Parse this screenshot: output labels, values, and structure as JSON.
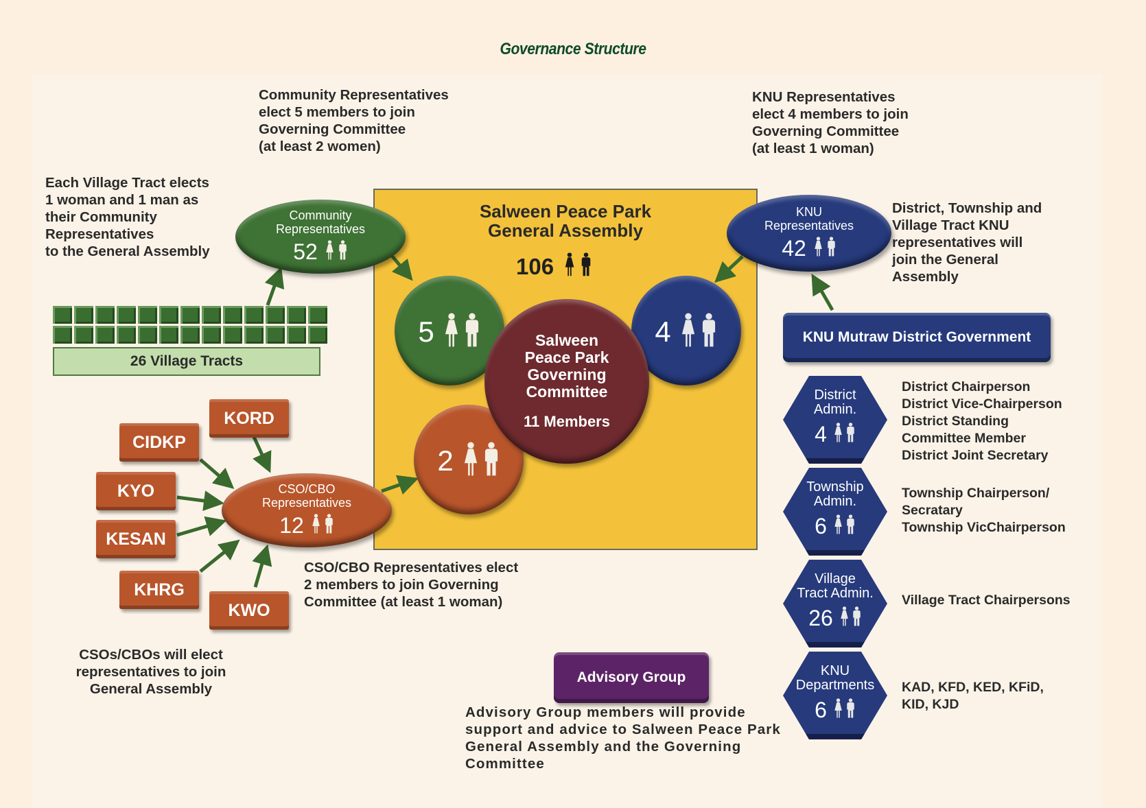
{
  "title": "Governance Structure",
  "colors": {
    "community": "#3f7235",
    "knu": "#263a7c",
    "cso": "#b8552b",
    "committee": "#6e2a2f",
    "assembly": "#f4c23a",
    "advisory": "#5c2466",
    "tracts_bar": "#c4ddad",
    "title": "#0d4a2a"
  },
  "annotations": {
    "community_elect": "Community Representatives\nelect 5 members to join\nGoverning Committee\n(at least 2 women)",
    "village_tract_elects": "Each Village Tract elects\n1 woman and 1 man as\ntheir Community\nRepresentatives\nto the General Assembly",
    "knu_elect": "KNU Representatives\nelect 4 members to join\nGoverning Committee\n(at least 1 woman)",
    "knu_join": "District, Township and\nVillage Tract KNU\nrepresentatives will\njoin the General\nAssembly",
    "cso_elect": "CSO/CBO Representatives elect\n2 members to join Governing\nCommittee (at least 1 woman)",
    "cso_will_elect": "CSOs/CBOs will elect\nrepresentatives to join\nGeneral Assembly",
    "advisory_desc": "Advisory Group members will provide\nsupport and advice to Salween Peace Park\nGeneral Assembly and the Governing\nCommittee"
  },
  "general_assembly": {
    "title": "Salween Peace Park\nGeneral Assembly",
    "count": "106",
    "icon": "woman-man-icon"
  },
  "community_reps": {
    "label": "Community\nRepresentatives",
    "count": "52"
  },
  "knu_reps": {
    "label": "KNU\nRepresentatives",
    "count": "42"
  },
  "cso_reps": {
    "label": "CSO/CBO\nRepresentatives",
    "count": "12"
  },
  "committee_seats": {
    "community": "5",
    "knu": "4",
    "cso": "2"
  },
  "governing_committee": {
    "label": "Salween\nPeace Park\nGoverning\nCommittee",
    "members": "11 Members"
  },
  "village_tracts": {
    "label": "26 Village Tracts",
    "tiles": 26
  },
  "cso_orgs": [
    "KORD",
    "CIDKP",
    "KYO",
    "KESAN",
    "KHRG",
    "KWO"
  ],
  "knu_government": {
    "label": "KNU Mutraw District Government"
  },
  "knu_units": [
    {
      "label": "District\nAdmin.",
      "count": "4",
      "desc": "District Chairperson\nDistrict Vice-Chairperson\nDistrict Standing\nCommittee Member\nDistrict Joint Secretary"
    },
    {
      "label": "Township\nAdmin.",
      "count": "6",
      "desc": "Township Chairperson/\nSecratary\nTownship VicChairperson"
    },
    {
      "label": "Village\nTract Admin.",
      "count": "26",
      "desc": "Village Tract Chairpersons"
    },
    {
      "label": "KNU\nDepartments",
      "count": "6",
      "desc": "KAD, KFD, KED, KFiD,\nKID, KJD"
    }
  ],
  "advisory_group": {
    "label": "Advisory Group"
  }
}
